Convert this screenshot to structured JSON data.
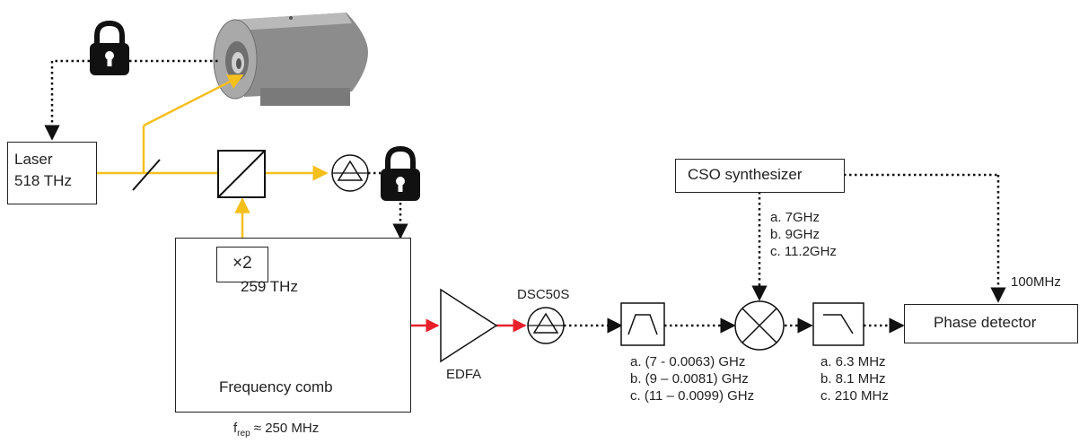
{
  "laser": {
    "line1": "Laser",
    "line2": "518 THz"
  },
  "cso": {
    "label": "CSO synthesizer",
    "options": [
      "a. 7GHz",
      "b. 9GHz",
      "c. 11.2GHz"
    ]
  },
  "comb": {
    "label": "Frequency comb",
    "doubler": "×2",
    "line_freq": "259 THz",
    "frep_sym": "f",
    "frep_sub": "rep",
    "frep_rest": " ≈ 250 MHz"
  },
  "edfa": {
    "label": "EDFA"
  },
  "photodiode2": {
    "label": "DSC50S"
  },
  "bandpass": {
    "options": [
      "a. (7 - 0.0063) GHz",
      "b. (9 – 0.0081) GHz",
      "c. (11 – 0.0099) GHz"
    ]
  },
  "lowpass": {
    "options": [
      "a. 6.3 MHz",
      "b. 8.1 MHz",
      "c. 210 MHz"
    ]
  },
  "phase_detector": {
    "label": "Phase detector",
    "ref_freq": "100MHz"
  },
  "colors": {
    "beam": "#f5bf1c",
    "rf": "#e8202a",
    "lock": "#111111",
    "dotted": "#111111"
  }
}
